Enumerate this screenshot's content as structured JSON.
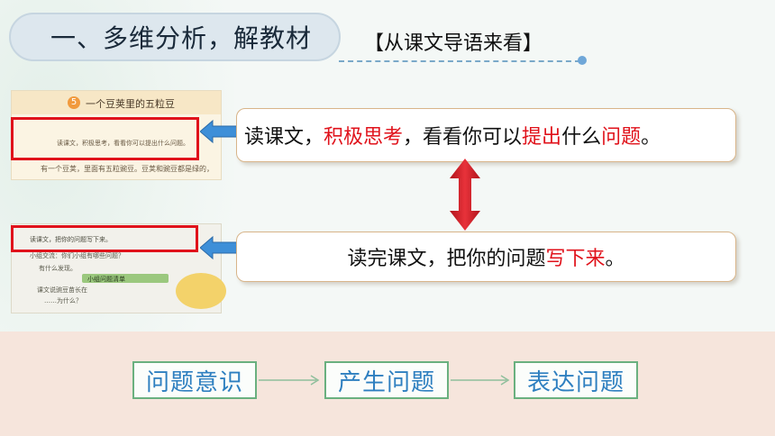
{
  "header": {
    "title": "一、多维分析，解教材",
    "subtitle": "【从课文导语来看】"
  },
  "textbook": {
    "lesson_number": "5",
    "lesson_title": "一个豆荚里的五粒豆",
    "guide_text": "读课文，积极思考，看看你可以提出什么问题。",
    "body_text": "有一个豆荚，里面有五粒豌豆。豆荚和豌豆都是绿的，",
    "page2_line1": "读课文，把你的问题写下来。",
    "page2_line2": "小组交流：你们小组有哪些问题？",
    "page2_line3": "有什么发现。",
    "page2_bar": "小组问题清单",
    "page2_line4": "课文说豌豆苗长在",
    "page2_line5": "……为什么？"
  },
  "callouts": {
    "c1": [
      {
        "text": "读课文，",
        "red": false
      },
      {
        "text": "积极思考",
        "red": true
      },
      {
        "text": "，看看你可以",
        "red": false
      },
      {
        "text": "提出",
        "red": true
      },
      {
        "text": "什么",
        "red": false
      },
      {
        "text": "问题",
        "red": true
      },
      {
        "text": "。",
        "red": false
      }
    ],
    "c2": [
      {
        "text": "读完课文，把你的问题",
        "red": false
      },
      {
        "text": "写下来",
        "red": true
      },
      {
        "text": "。",
        "red": false
      }
    ]
  },
  "flow": [
    "问题意识",
    "产生问题",
    "表达问题"
  ],
  "colors": {
    "accent_red": "#e0121b",
    "flow_text": "#2e7fc0",
    "flow_border": "#6ab07f",
    "arrow_blue": "#3e8fd8",
    "arrow_red": "#d6202a"
  }
}
